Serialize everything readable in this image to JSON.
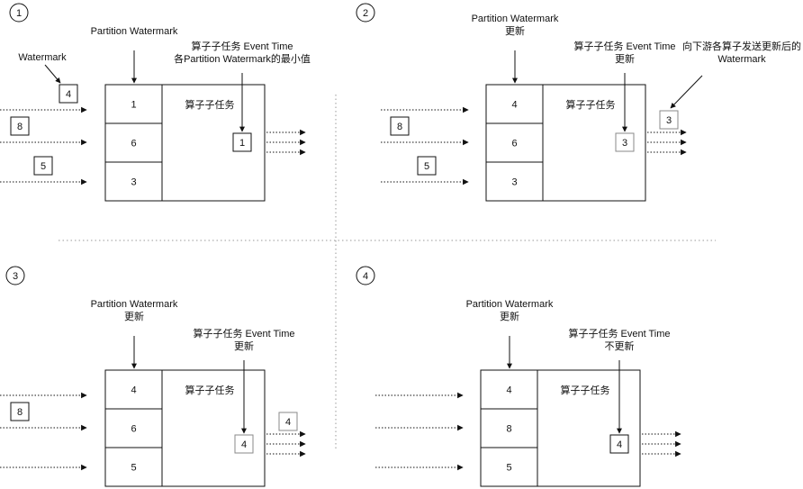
{
  "colors": {
    "line": "#111111",
    "muted": "#8a8a8a",
    "divider": "#9a9a9a",
    "background": "#ffffff"
  },
  "panels": [
    {
      "id": "1",
      "number": "1",
      "partition_label": [
        "Partition Watermark"
      ],
      "task_label": [
        "算子子任务 Event Time",
        "各Partition Watermark的最小值"
      ],
      "watermark_label": [
        "Watermark"
      ],
      "subtask_name": "算子子任务",
      "partitions": [
        {
          "value": "1",
          "muted": false
        },
        {
          "value": "6",
          "muted": false
        },
        {
          "value": "3",
          "muted": false
        }
      ],
      "incoming": [
        {
          "value": "4",
          "muted": false
        },
        {
          "value": "8",
          "muted": false
        },
        {
          "value": "5",
          "muted": false
        }
      ],
      "event_time": {
        "value": "1",
        "muted": false
      },
      "emitted": null
    },
    {
      "id": "2",
      "number": "2",
      "partition_label": [
        "Partition Watermark",
        "更新"
      ],
      "task_label": [
        "算子子任务 Event Time",
        "更新"
      ],
      "emit_label": [
        "向下游各算子发送更新后的",
        "Watermark"
      ],
      "subtask_name": "算子子任务",
      "partitions": [
        {
          "value": "4",
          "muted": true
        },
        {
          "value": "6",
          "muted": false
        },
        {
          "value": "3",
          "muted": false
        }
      ],
      "incoming": [
        null,
        {
          "value": "8",
          "muted": false
        },
        {
          "value": "5",
          "muted": false
        }
      ],
      "event_time": {
        "value": "3",
        "muted": true
      },
      "emitted": {
        "value": "3",
        "muted": true
      }
    },
    {
      "id": "3",
      "number": "3",
      "partition_label": [
        "Partition Watermark",
        "更新"
      ],
      "task_label": [
        "算子子任务 Event Time",
        "更新"
      ],
      "subtask_name": "算子子任务",
      "partitions": [
        {
          "value": "4",
          "muted": false
        },
        {
          "value": "6",
          "muted": false
        },
        {
          "value": "5",
          "muted": true
        }
      ],
      "incoming": [
        null,
        {
          "value": "8",
          "muted": false
        },
        null
      ],
      "event_time": {
        "value": "4",
        "muted": true
      },
      "emitted": {
        "value": "4",
        "muted": true
      }
    },
    {
      "id": "4",
      "number": "4",
      "partition_label": [
        "Partition Watermark",
        "更新"
      ],
      "task_label": [
        "算子子任务 Event Time",
        "不更新"
      ],
      "subtask_name": "算子子任务",
      "partitions": [
        {
          "value": "4",
          "muted": false
        },
        {
          "value": "8",
          "muted": false
        },
        {
          "value": "5",
          "muted": false
        }
      ],
      "incoming": [
        null,
        null,
        null
      ],
      "event_time": {
        "value": "4",
        "muted": false
      },
      "emitted": null
    }
  ]
}
